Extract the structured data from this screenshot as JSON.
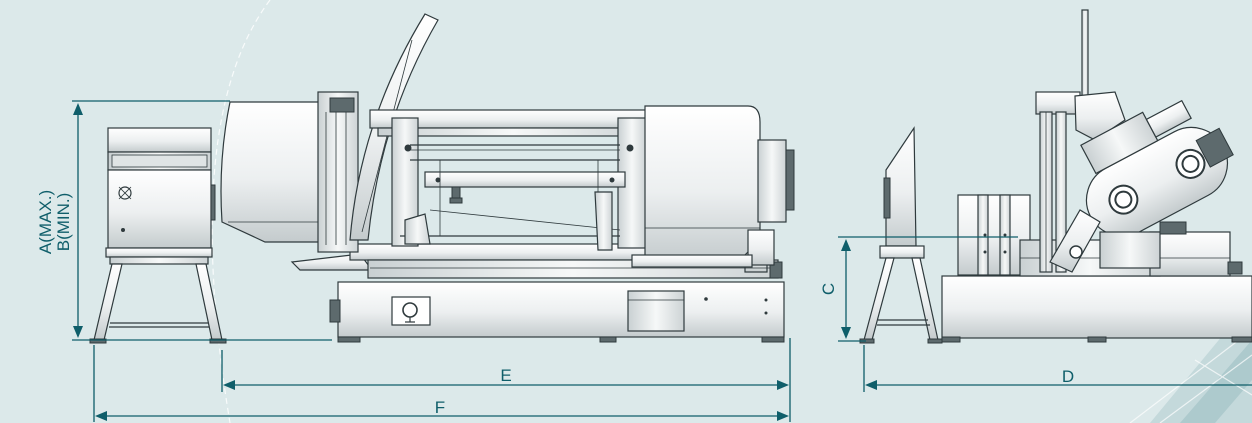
{
  "labels": {
    "a": "A(MAX.)",
    "b": "B(MIN.)",
    "c": "C",
    "d": "D",
    "e": "E",
    "f": "F"
  },
  "colors": {
    "background": "#dce9ea",
    "dimension": "#0f5e6a",
    "machine": "#eef1f1",
    "outline": "#2f3a3d"
  }
}
